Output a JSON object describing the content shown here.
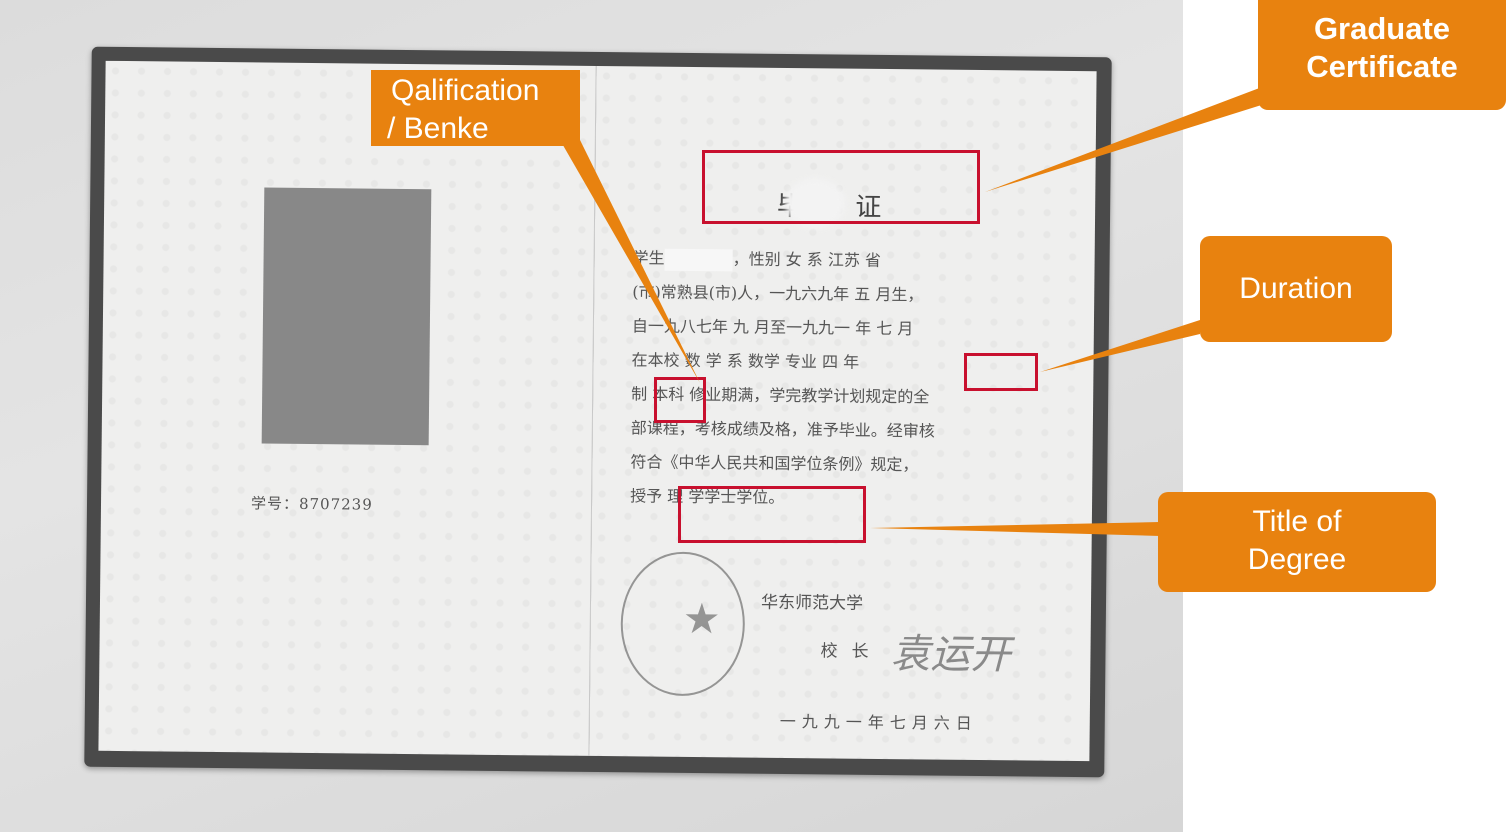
{
  "certificate": {
    "title": "毕  证",
    "body_lines": [
      [
        "学生",
        "",
        "，性别 女 系  江苏 省"
      ],
      [
        "(市)常熟县(市)人，一九六九年 五 月生，"
      ],
      [
        "自一九八七年 九 月至一九九一 年 七 月"
      ],
      [
        "在本校  数 学 系  数学  专业 四 年"
      ],
      [
        "制 本科 修业期满，学完教学计划规定的全"
      ],
      [
        "部课程，考核成绩及格，准予毕业。经审核"
      ],
      [
        "符合《中华人民共和国学位条例》规定，"
      ],
      [
        "授予  理  学学士学位。"
      ]
    ],
    "school": "华东师范大学",
    "president_label": "校长",
    "signature": "袁运开",
    "date": "一九九一年七月六日",
    "student_no": "学号：8707239"
  },
  "callouts": {
    "graduate_certificate": [
      "Graduate",
      "Certificate"
    ],
    "qualification": [
      "Qalification",
      "/ Benke"
    ],
    "duration": [
      "Duration"
    ],
    "title_of_degree": [
      "Title of",
      "Degree"
    ]
  },
  "colors": {
    "callout": "#e8820f",
    "highlight": "#c8102e"
  }
}
